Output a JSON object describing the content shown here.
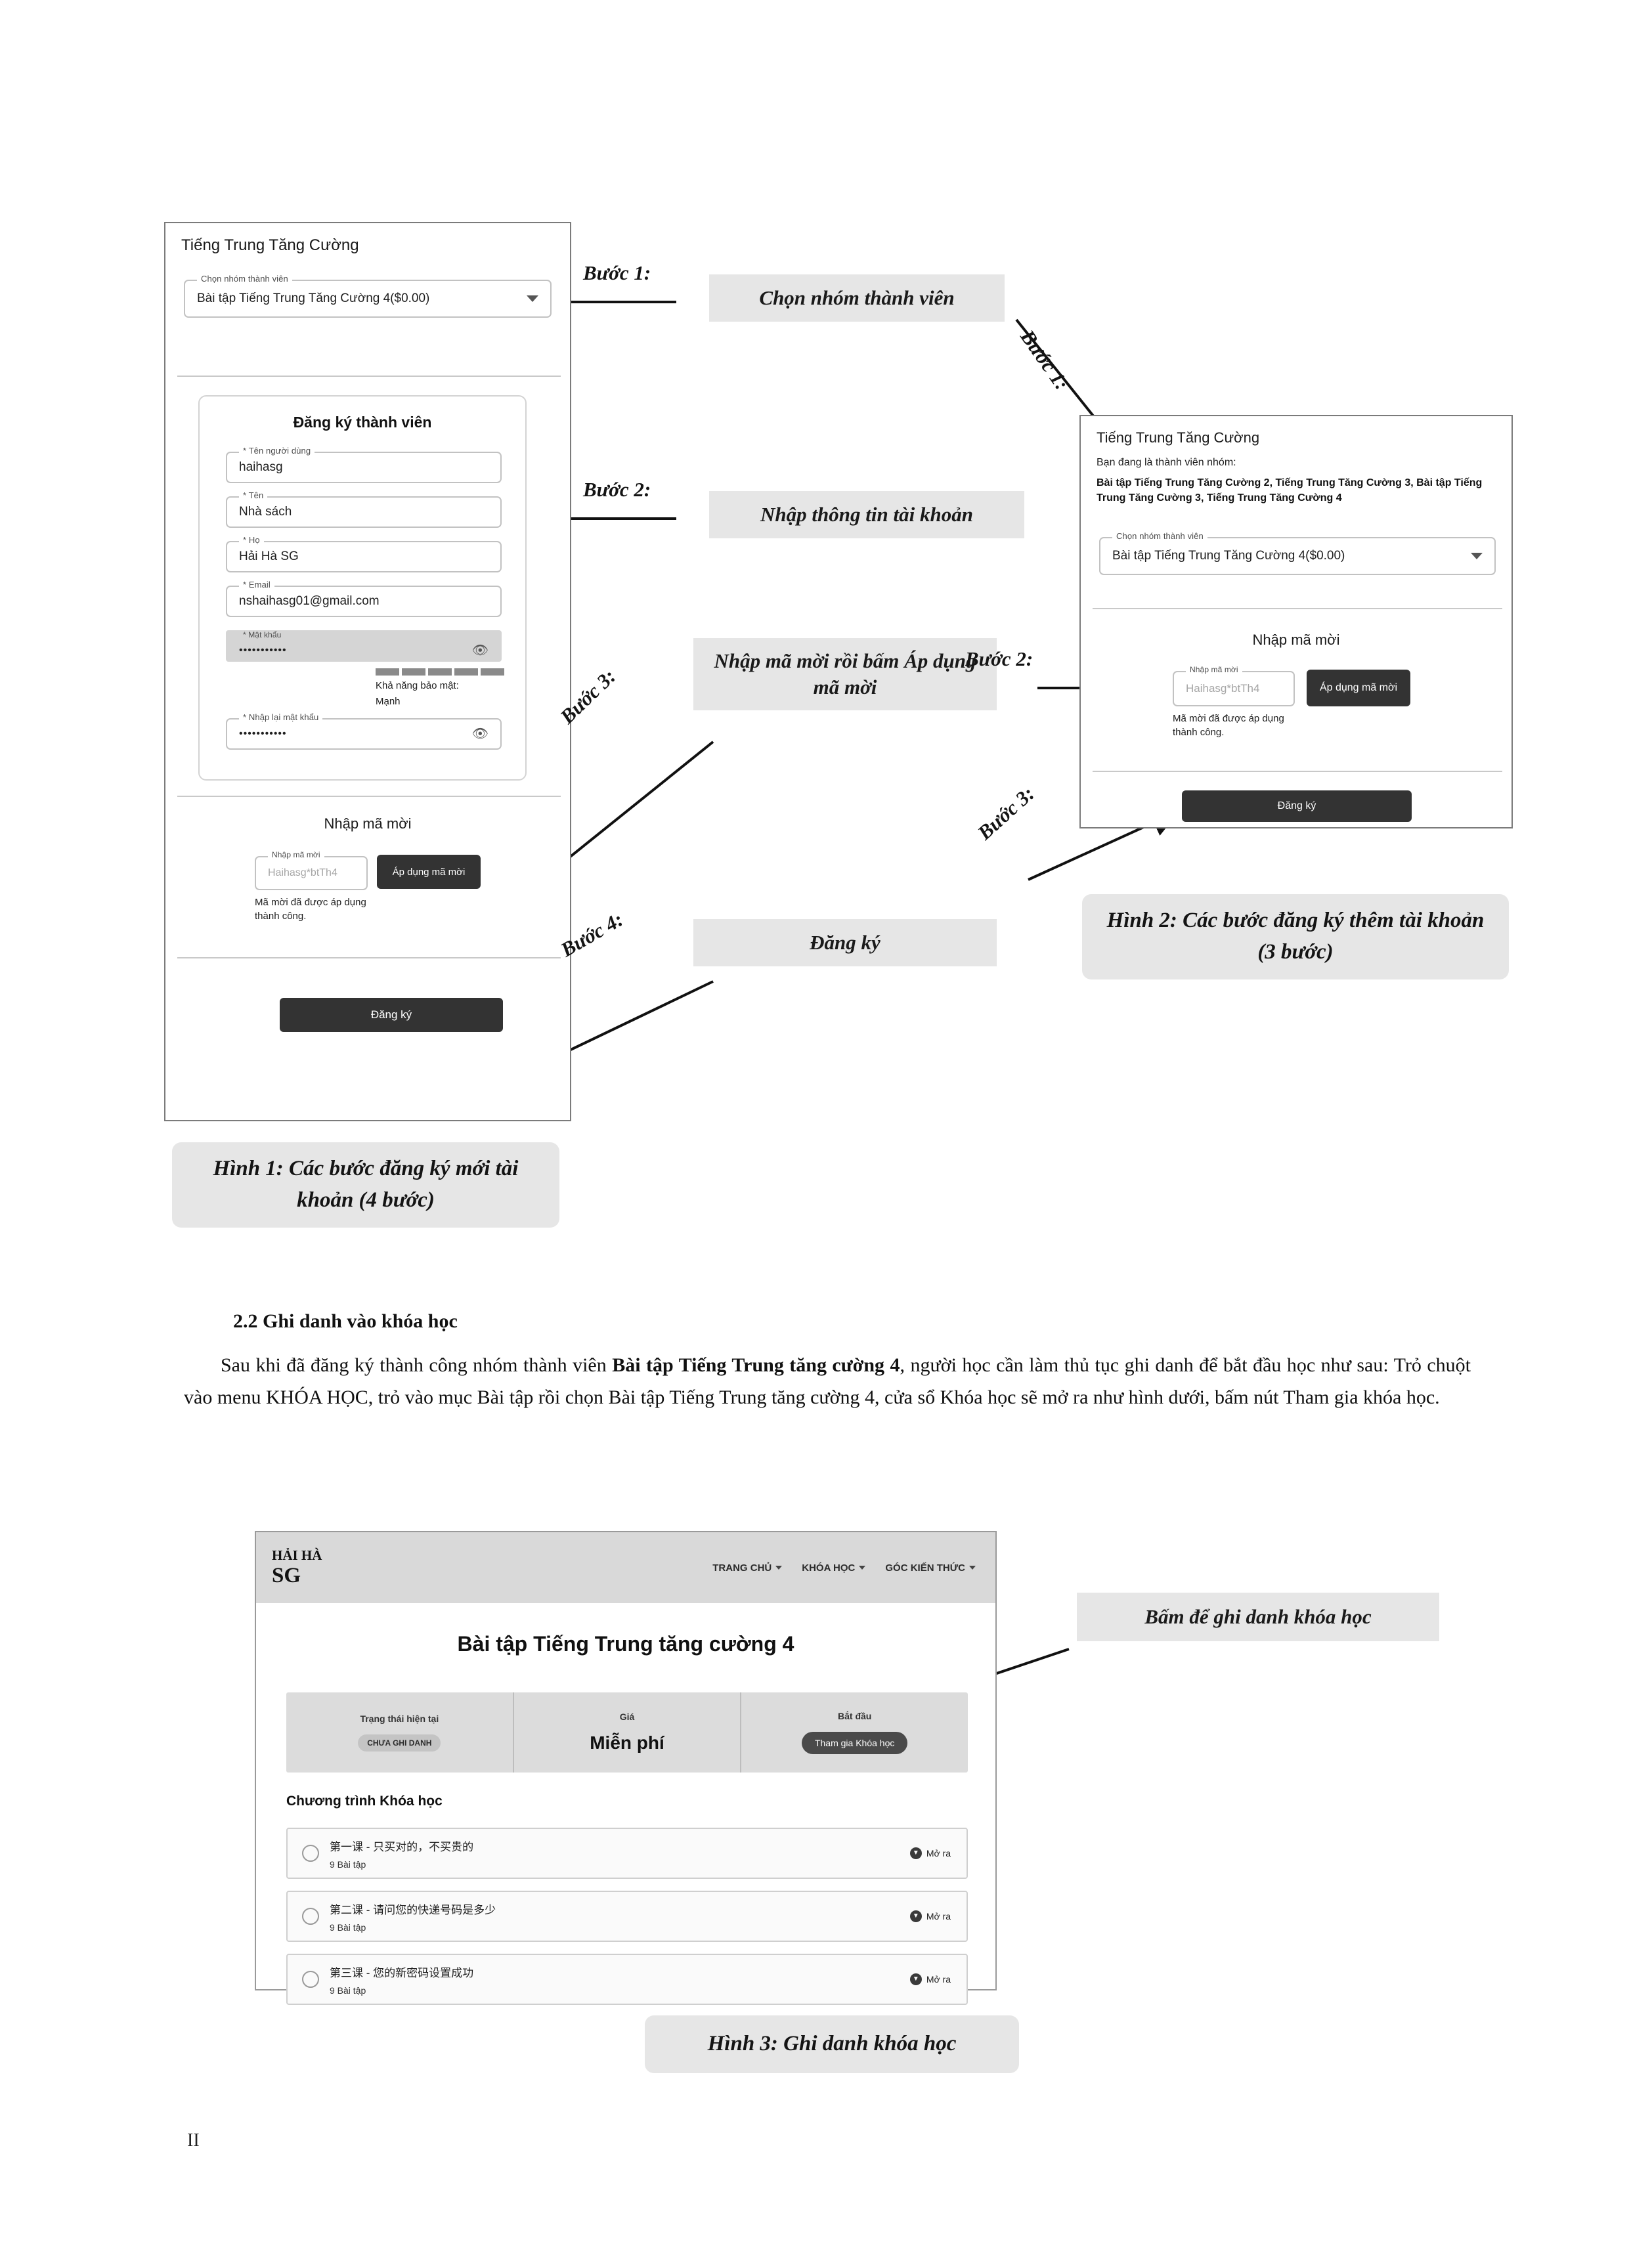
{
  "document": {
    "page_number": "II",
    "section_heading": "2.2 Ghi danh vào khóa học",
    "paragraph_1": "Sau khi đã đăng ký thành công nhóm thành viên ",
    "paragraph_1_bold": "Bài tập Tiếng Trung tăng cường 4",
    "paragraph_2": ", người học cần làm thủ tục ghi danh để bắt đầu học như sau: Trỏ chuột vào menu KHÓA HỌC, trỏ vào mục Bài tập rồi chọn Bài tập Tiếng Trung tăng cường 4, cửa sổ Khóa học sẽ mở ra như hình dưới, bấm nút Tham gia khóa học."
  },
  "figure1": {
    "caption": "Hình 1: Các bước đăng ký mới tài khoản (4 bước)",
    "app_title": "Tiếng Trung Tăng Cường",
    "group_select": {
      "label": "Chọn nhóm thành viên",
      "value": "Bài tập Tiếng Trung Tăng Cường 4($0.00)"
    },
    "signup_heading": "Đăng ký thành viên",
    "fields": [
      {
        "label": "* Tên người dùng",
        "value": "haihasg"
      },
      {
        "label": "* Tên",
        "value": "Nhà sách"
      },
      {
        "label": "* Họ",
        "value": "Hải Hà SG"
      },
      {
        "label": "* Email",
        "value": "nshaihasg01@gmail.com"
      }
    ],
    "password": {
      "label": "* Mật khẩu",
      "value": "•••••••••••"
    },
    "password_strength_label": "Khả năng bảo mật:",
    "password_strength_value": "Mạnh",
    "password_confirm": {
      "label": "* Nhập lại mật khẩu",
      "value": "•••••••••••"
    },
    "invite_heading": "Nhập mã mời",
    "invite_field": {
      "label": "Nhập mã mời",
      "placeholder": "Haihasg*btTh4"
    },
    "invite_apply_button": "Áp dụng mã mời",
    "invite_success": "Mã mời đã được áp dụng thành công.",
    "submit_button": "Đăng ký"
  },
  "figure2": {
    "caption": "Hình 2: Các bước đăng ký thêm tài khoản (3 bước)",
    "app_title": "Tiếng Trung Tăng Cường",
    "membership_intro": "Bạn đang là thành viên nhóm:",
    "membership_list": "Bài tập Tiếng Trung Tăng Cường 2, Tiếng Trung Tăng Cường 3, Bài tập Tiếng Trung Tăng Cường 3, Tiếng Trung Tăng Cường 4",
    "group_select": {
      "label": "Chọn nhóm thành viên",
      "value": "Bài tập Tiếng Trung Tăng Cường 4($0.00)"
    },
    "invite_heading": "Nhập mã mời",
    "invite_field": {
      "label": "Nhập mã mời",
      "placeholder": "Haihasg*btTh4"
    },
    "invite_apply_button": "Áp dụng mã mời",
    "invite_success": "Mã mời đã được áp dụng thành công.",
    "submit_button": "Đăng ký"
  },
  "figure3": {
    "caption": "Hình 3: Ghi danh khóa học",
    "logo_line1": "HẢI HÀ",
    "logo_line2": "SG",
    "nav": [
      {
        "label": "TRANG CHỦ"
      },
      {
        "label": "KHÓA HỌC"
      },
      {
        "label": "GÓC KIẾN THỨC"
      }
    ],
    "course_title": "Bài tập Tiếng Trung tăng cường 4",
    "stats": [
      {
        "header": "Trạng thái hiện tại",
        "value": "CHƯA GHI DANH",
        "kind": "pill"
      },
      {
        "header": "Giá",
        "value": "Miễn phí",
        "kind": "price"
      },
      {
        "header": "Bắt đầu",
        "value": "Tham gia Khóa học",
        "kind": "button"
      }
    ],
    "curriculum_heading": "Chương trình Khóa học",
    "lessons": [
      {
        "title": "第一课 - 只买对的，不买贵的",
        "sub": "9 Bài tập",
        "expand": "Mở ra"
      },
      {
        "title": "第二课 - 请问您的快递号码是多少",
        "sub": "9 Bài tập",
        "expand": "Mở ra"
      },
      {
        "title": "第三课 - 您的新密码设置成功",
        "sub": "9 Bài tập",
        "expand": "Mở ra"
      }
    ]
  },
  "callouts": {
    "step1_label": "Bước 1:",
    "step1_text": "Chọn nhóm thành viên",
    "step2_label": "Bước 2:",
    "step2_text": "Nhập thông tin tài khoản",
    "step3_label": "Bước 3:",
    "step3_text": "Nhập mã mời rồi bấm Áp dụng mã mời",
    "step4_label": "Bước 4:",
    "step4_text": "Đăng ký",
    "fig2_step1_label": "Bước 1:",
    "fig2_step2_label": "Bước 2:",
    "fig2_step3_label": "Bước 3:",
    "enroll_text": "Bấm để ghi danh khóa học"
  },
  "colors": {
    "callout_bg": "#e6e6e6",
    "button_dark": "#333333",
    "nav_bg": "#d9d9d9"
  }
}
